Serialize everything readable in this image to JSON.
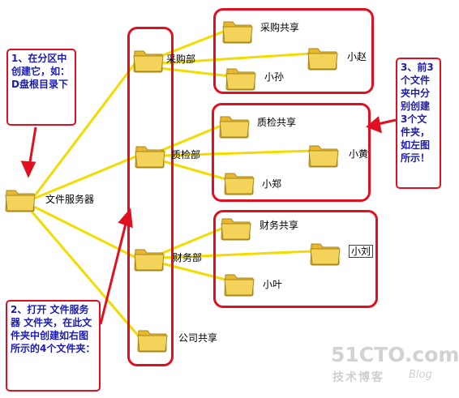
{
  "diagram": {
    "root": {
      "label": "文件服务器"
    },
    "departments": [
      {
        "label": "采购部",
        "share": "采购共享",
        "user": "小赵",
        "user2": "小孙"
      },
      {
        "label": "质检部",
        "share": "质检共享",
        "user": "小黄",
        "user2": "小郑"
      },
      {
        "label": "财务部",
        "share": "财务共享",
        "user": "小刘",
        "user2": "小叶"
      }
    ],
    "public_share": {
      "label": "公司共享"
    }
  },
  "callouts": {
    "step1": "1、在分区中创建它，如：D盘根目录下",
    "step2": "2、打开 文件服务器 文件夹，在此文件夹中创建如右图所示的4个文件夹：",
    "step3": "3、前3个文件夹中分别创建3个文件夹，如左图所示！"
  },
  "watermark": {
    "brand": "51CTO.com",
    "sub": "技术博客",
    "tag": "Blog"
  },
  "colors": {
    "connector": "#f2dc00",
    "box_border": "#e01020",
    "callout_text": "#1a1ab4",
    "folder_body": "#f4d35a",
    "folder_outline": "#a8861a"
  }
}
